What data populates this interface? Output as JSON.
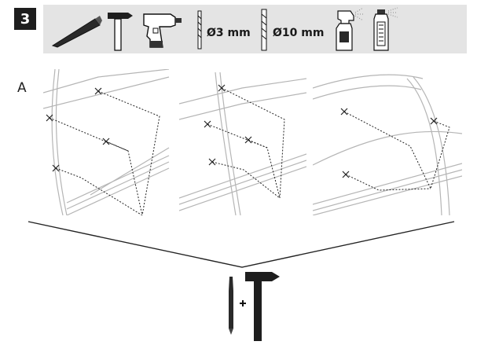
{
  "step": {
    "number": "3"
  },
  "tools": {
    "items": [
      {
        "name": "chisel-icon"
      },
      {
        "name": "hammer-icon"
      },
      {
        "name": "drill-icon"
      },
      {
        "name": "drill-bit-small-icon",
        "label": "Ø3 mm"
      },
      {
        "name": "drill-bit-large-icon",
        "label": "Ø10 mm"
      },
      {
        "name": "spray-cleaner-icon"
      },
      {
        "name": "anticorrosion-spray-icon"
      }
    ]
  },
  "section": {
    "label": "A"
  },
  "colors": {
    "badge": "#1e1e1e",
    "toolbar": "#e4e4e4",
    "line": "#222222",
    "sketch": "#b5b5b5"
  }
}
